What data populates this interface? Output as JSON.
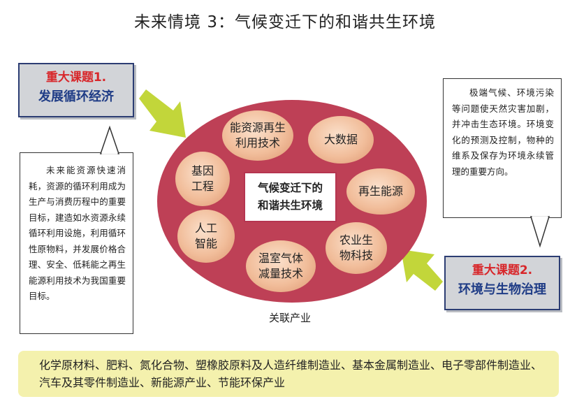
{
  "title": "未来情境 3：气候变迁下的和谐共生环境",
  "topic1": {
    "label": "重大课题1.",
    "name": "发展循环经济"
  },
  "topic2": {
    "label": "重大课题2.",
    "name": "环境与生物治理"
  },
  "callout_left": "未来能资源快速消耗，资源的循环利用成为生产与消费历程中的重要目标，建造如水资源永续循环利用设施，利用循环性原物料，并发展价格合理、安全、低耗能之再生能源利用技术为我国重要目标。",
  "callout_right": "极端气候、环境污染等问题使天然灾害加剧，并冲击生态环境。环境变化的预测及控制，物种的维系及保存为环境永续管理的重要方向。",
  "center": {
    "line1": "气候变迁下的",
    "line2": "和谐共生环境"
  },
  "bubbles": {
    "energy": [
      "能资源再生",
      "利用技术"
    ],
    "bigdata": [
      "大数据"
    ],
    "gene": [
      "基因",
      "工程"
    ],
    "renewable": [
      "再生能源"
    ],
    "ai": [
      "人工",
      "智能"
    ],
    "agri": [
      "农业生",
      "物科技"
    ],
    "ghg": [
      "温室气体",
      "减量技术"
    ]
  },
  "industry_label": "关联产业",
  "industries": "化学原材料、肥料、氮化合物、塑橡胶原料及人造纤维制造业、基本金属制造业、电子零部件制造业、汽车及其零件制造业、新能源产业、节能环保产业",
  "colors": {
    "oval": "#be4056",
    "bubble": "#f1bd9a",
    "arrow": "#c2d63a",
    "topic_bg": "#d2d4d8",
    "topic_border": "#2c3d73",
    "bottom_bar": "#f4f1ad"
  }
}
